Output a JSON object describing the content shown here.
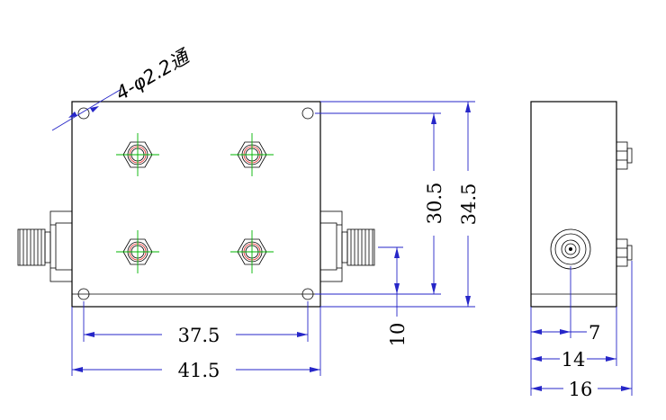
{
  "annotations": {
    "hole_note": "4-φ2.2通"
  },
  "dimensions": {
    "hole_spacing_width": "37.5",
    "overall_width": "41.5",
    "hole_spacing_height": "30.5",
    "overall_height": "34.5",
    "connector_offset": "10",
    "side_connector_pos": "7",
    "side_body_depth": "14",
    "side_overall_depth": "16"
  },
  "colors": {
    "outline": "#000000",
    "dimension": "#2626c8",
    "centerline": "#00b400",
    "thread": "#e02020"
  }
}
